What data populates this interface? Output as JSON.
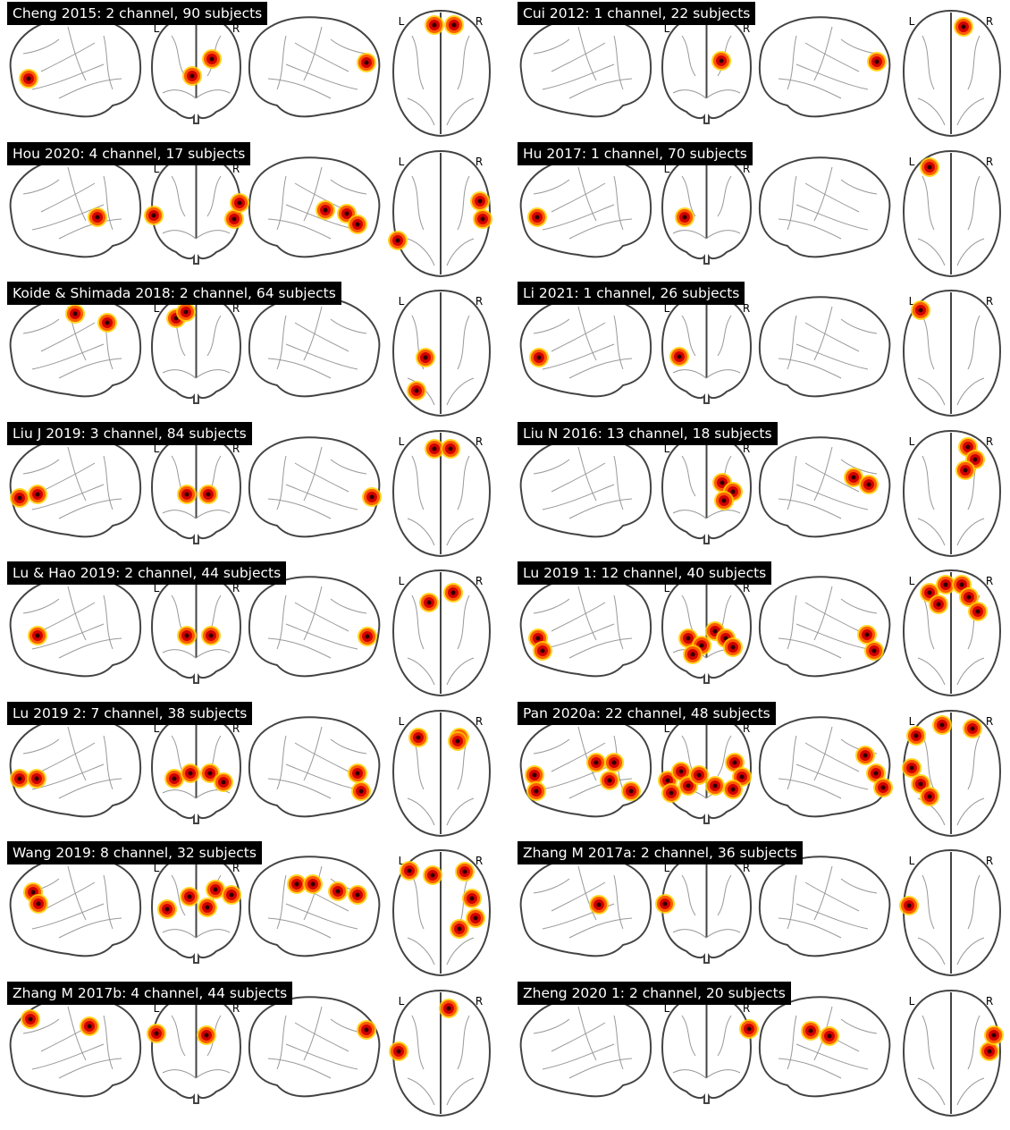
{
  "orientation_labels": {
    "left": "L",
    "right": "R"
  },
  "colors": {
    "blob_outer": "#ffd000",
    "blob_mid": "#ff5a00",
    "blob_core": "#d00000",
    "blob_center": "#300000",
    "brain_outline": "#444444",
    "sulci": "#999999"
  },
  "panels": [
    {
      "title": "Cheng 2015: 2 channel, 90 subjects",
      "channels": 2,
      "subjects": 90
    },
    {
      "title": "Cui 2012: 1 channel, 22 subjects",
      "channels": 1,
      "subjects": 22
    },
    {
      "title": "Hou 2020: 4 channel, 17 subjects",
      "channels": 4,
      "subjects": 17
    },
    {
      "title": "Hu 2017: 1 channel, 70 subjects",
      "channels": 1,
      "subjects": 70
    },
    {
      "title": "Koide & Shimada 2018: 2 channel, 64 subjects",
      "channels": 2,
      "subjects": 64
    },
    {
      "title": "Li 2021: 1 channel, 26 subjects",
      "channels": 1,
      "subjects": 26
    },
    {
      "title": "Liu J 2019: 3 channel, 84 subjects",
      "channels": 3,
      "subjects": 84
    },
    {
      "title": "Liu N 2016: 13 channel, 18 subjects",
      "channels": 13,
      "subjects": 18
    },
    {
      "title": "Lu & Hao 2019: 2 channel, 44 subjects",
      "channels": 2,
      "subjects": 44
    },
    {
      "title": "Lu 2019 1: 12 channel, 40 subjects",
      "channels": 12,
      "subjects": 40
    },
    {
      "title": "Lu 2019 2: 7 channel, 38 subjects",
      "channels": 7,
      "subjects": 38
    },
    {
      "title": "Pan 2020a: 22 channel, 48 subjects",
      "channels": 22,
      "subjects": 48
    },
    {
      "title": "Wang 2019: 8 channel, 32 subjects",
      "channels": 8,
      "subjects": 32
    },
    {
      "title": "Zhang M 2017a: 2 channel, 36 subjects",
      "channels": 2,
      "subjects": 36
    },
    {
      "title": "Zhang M 2017b: 4 channel, 44 subjects",
      "channels": 4,
      "subjects": 44
    },
    {
      "title": "Zheng 2020 1: 2 channel, 20 subjects",
      "channels": 2,
      "subjects": 20
    }
  ]
}
